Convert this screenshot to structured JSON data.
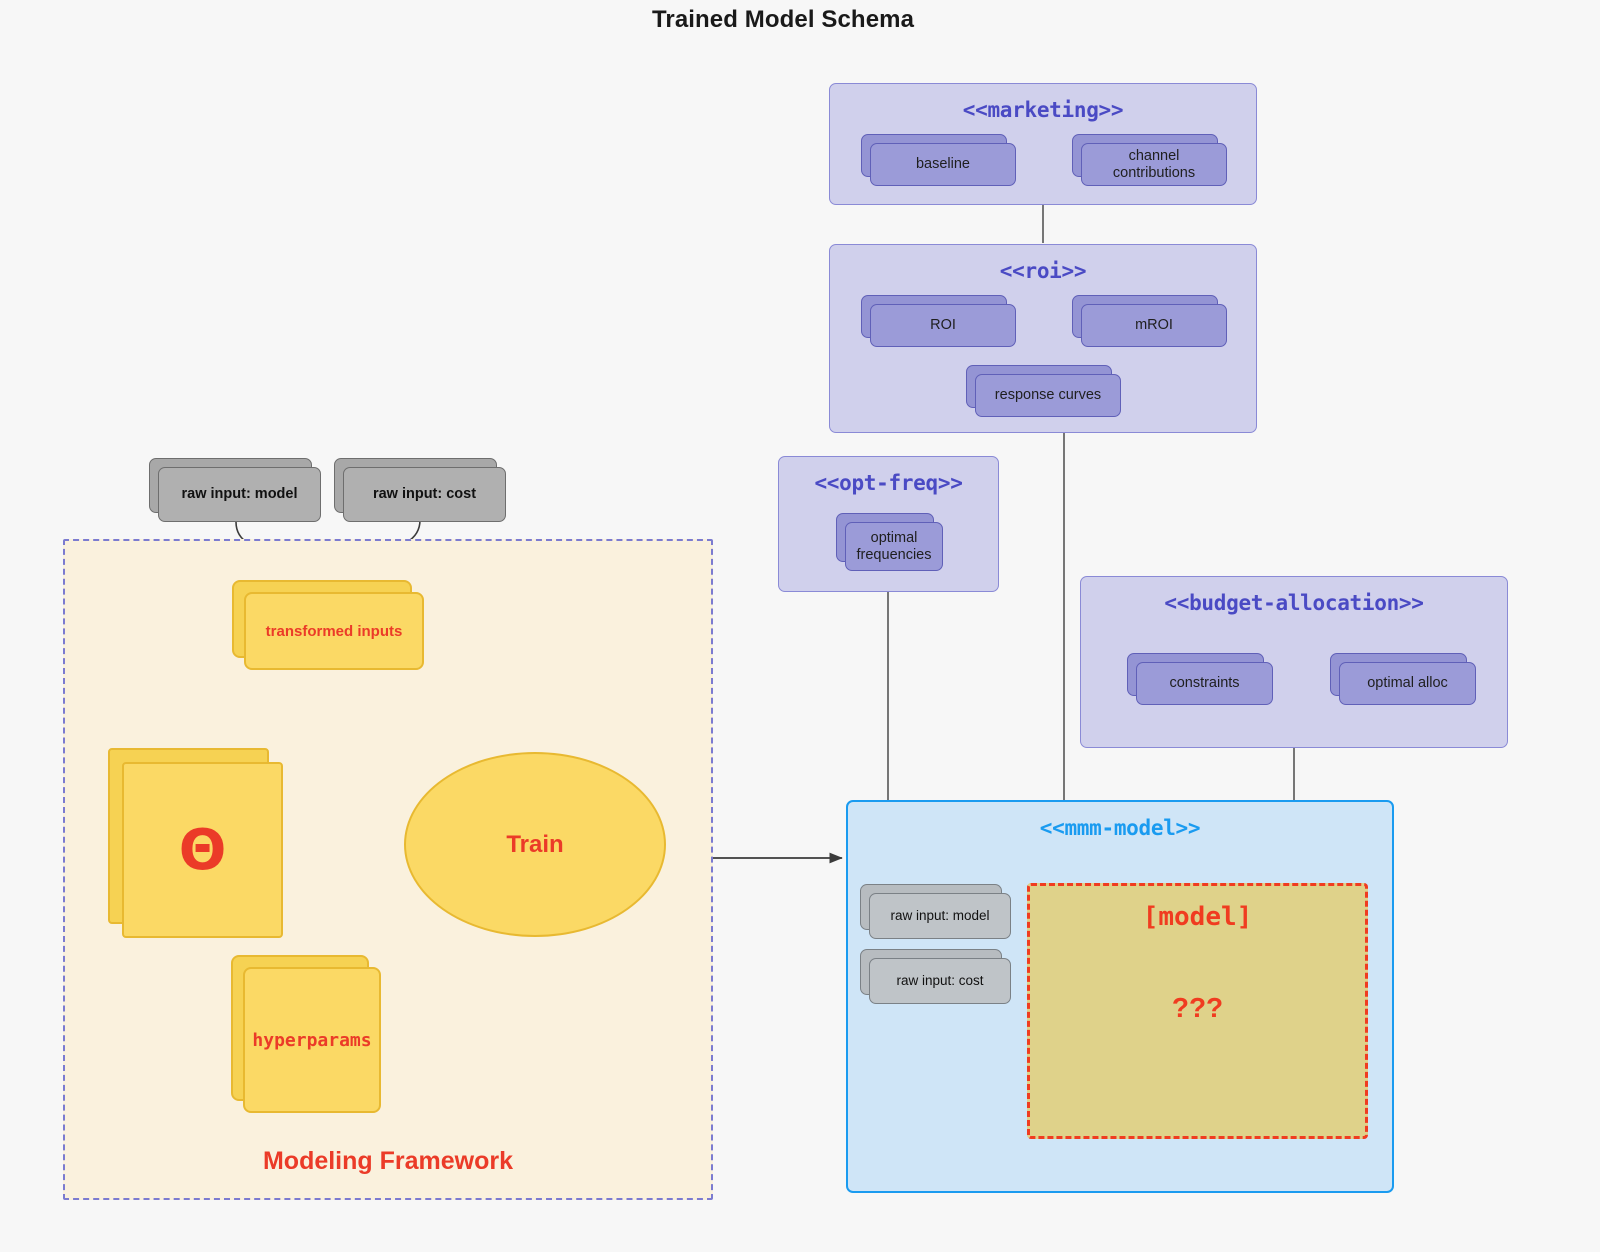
{
  "title": "Trained Model Schema",
  "framework": {
    "label": "Modeling Framework",
    "raw_inputs": [
      {
        "label": "raw input: model"
      },
      {
        "label": "raw input: cost"
      }
    ],
    "transformed_inputs": {
      "label": "transformed inputs"
    },
    "theta": {
      "label": "Θ"
    },
    "hyperparams": {
      "label": "hyperparams"
    },
    "train": {
      "label": "Train"
    }
  },
  "packages": {
    "marketing": {
      "title": "<<marketing>>",
      "nodes": [
        {
          "label": "baseline"
        },
        {
          "label": "channel contributions"
        }
      ]
    },
    "roi": {
      "title": "<<roi>>",
      "nodes": [
        {
          "label": "ROI"
        },
        {
          "label": "mROI"
        },
        {
          "label": "response curves"
        }
      ]
    },
    "opt_freq": {
      "title": "<<opt-freq>>",
      "nodes": [
        {
          "label": "optimal\nfrequencies"
        }
      ]
    },
    "budget_allocation": {
      "title": "<<budget-allocation>>",
      "nodes": [
        {
          "label": "constraints"
        },
        {
          "label": "optimal alloc"
        }
      ]
    },
    "mmm_model": {
      "title": "<<mmm-model>>",
      "nodes": [
        {
          "label": "raw input: model"
        },
        {
          "label": "raw input: cost"
        }
      ],
      "model_region": {
        "title": "[model]",
        "question": "???"
      }
    }
  },
  "colors": {
    "package_fill": "#d0d0ec",
    "package_border": "#8a8ad6",
    "package_title": "#4a4ac4",
    "node_fill": "#9b9bd8",
    "node_border": "#6060b8",
    "mmm_fill": "#cfe5f7",
    "mmm_border": "#1a9bf0",
    "mmm_title": "#1a9bf0",
    "framework_fill": "#faf1dd",
    "framework_border": "#7b7bd0",
    "yellow_fill": "#fbd965",
    "yellow_border": "#e8b931",
    "accent_red": "#eb3b28",
    "model_region_fill": "#dfd28a",
    "model_region_border": "#f03c20",
    "grey_node_fill": "#b0b0b0",
    "background": "#f7f7f7"
  }
}
